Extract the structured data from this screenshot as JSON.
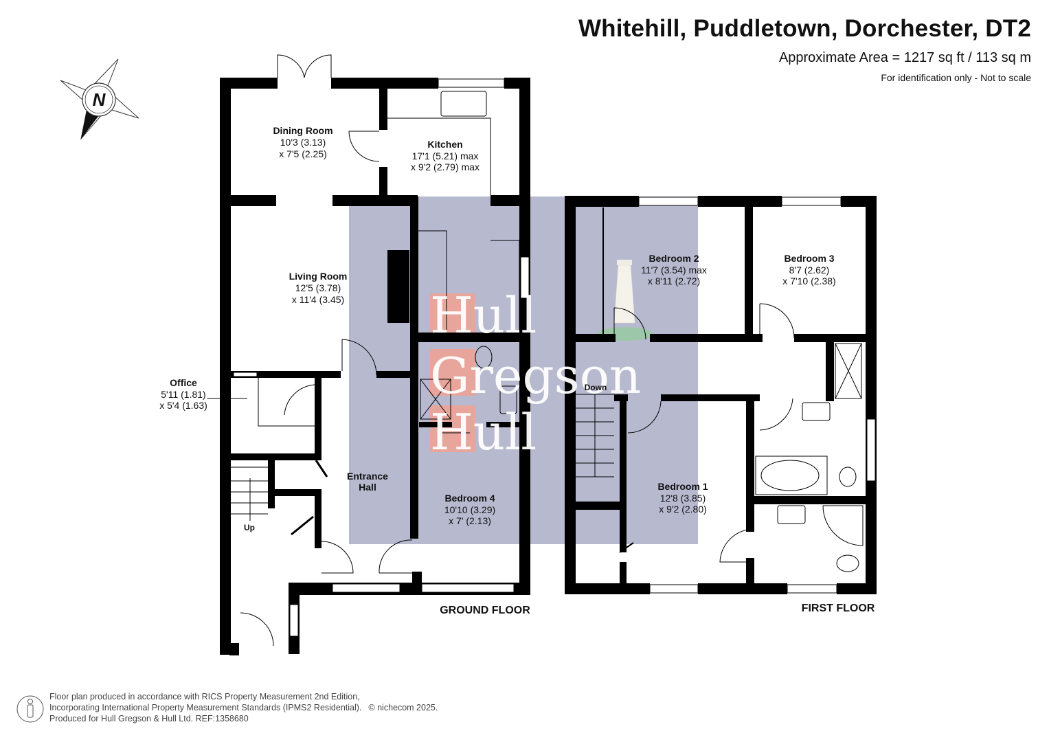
{
  "header": {
    "title": "Whitehill, Puddletown, Dorchester, DT2",
    "area": "Approximate Area = 1217 sq ft / 113 sq m",
    "note": "For identification only - Not to scale"
  },
  "compass": {
    "label": "N"
  },
  "watermark": {
    "lines": [
      "Hull",
      "Gregson",
      "Hull"
    ],
    "box_color": "#e8a59c",
    "overlay_color": "#b7b9cf"
  },
  "ground_floor": {
    "label": "GROUND FLOOR",
    "rooms": [
      {
        "name": "Dining Room",
        "dim1": "10'3 (3.13)",
        "dim2": "x 7'5 (2.25)"
      },
      {
        "name": "Kitchen",
        "dim1": "17'1 (5.21) max",
        "dim2": "x 9'2 (2.79) max"
      },
      {
        "name": "Living Room",
        "dim1": "12'5 (3.78)",
        "dim2": "x 11'4 (3.45)"
      },
      {
        "name": "Office",
        "dim1": "5'11 (1.81)",
        "dim2": "x 5'4 (1.63)"
      },
      {
        "name": "Entrance",
        "name2": "Hall"
      },
      {
        "name": "Bedroom 4",
        "dim1": "10'10 (3.29)",
        "dim2": "x 7' (2.13)"
      }
    ],
    "stairs_label": "Up"
  },
  "first_floor": {
    "label": "FIRST FLOOR",
    "rooms": [
      {
        "name": "Bedroom 2",
        "dim1": "11'7 (3.54) max",
        "dim2": "x 8'11 (2.72)"
      },
      {
        "name": "Bedroom 3",
        "dim1": "8'7 (2.62)",
        "dim2": "x 7'10 (2.38)"
      },
      {
        "name": "Bedroom 1",
        "dim1": "12'8 (3.85)",
        "dim2": "x 9'2 (2.80)"
      }
    ],
    "stairs_label": "Down"
  },
  "footer": {
    "line1": "Floor plan produced in accordance with RICS Property Measurement 2nd Edition,",
    "line2": "Incorporating International Property Measurement Standards (IPMS2 Residential).",
    "copyright": "© nichecom 2025.",
    "line3": "Produced for Hull Gregson & Hull Ltd.   REF:1358680"
  }
}
